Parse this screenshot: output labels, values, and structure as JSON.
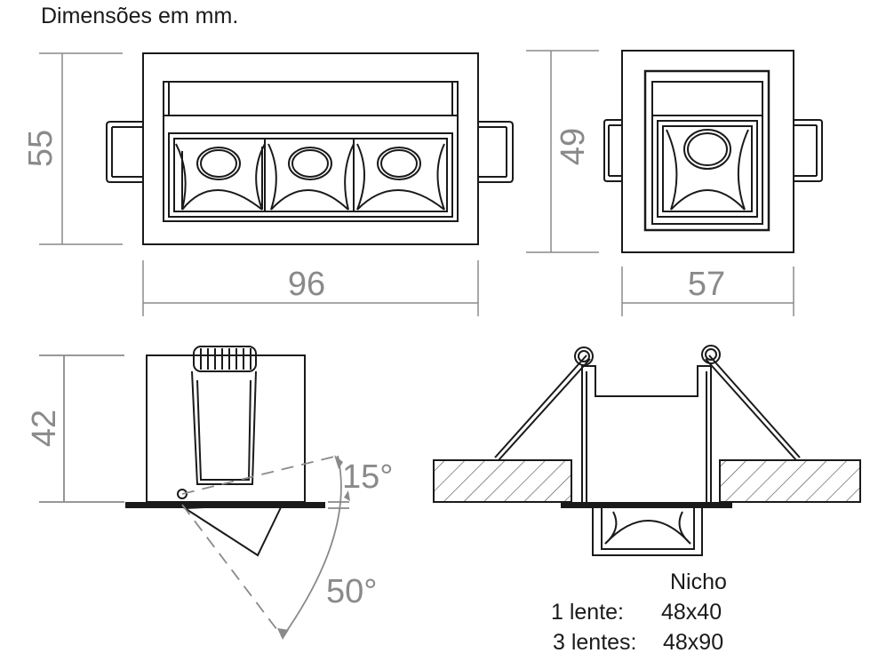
{
  "header": {
    "title": "Dimensões em mm."
  },
  "dimensions": {
    "front_height": "55",
    "front_width": "96",
    "side_height": "49",
    "side_width": "57",
    "profile_height": "42"
  },
  "angles": {
    "tilt_small": "15°",
    "tilt_large": "50°"
  },
  "niche": {
    "heading": "Nicho",
    "rows": [
      {
        "label": "1 lente:",
        "value": "48x40"
      },
      {
        "label": "3 lentes:",
        "value": "48x90"
      }
    ]
  },
  "colors": {
    "line": "#1a1a1a",
    "dimension": "#8a8a8a"
  }
}
